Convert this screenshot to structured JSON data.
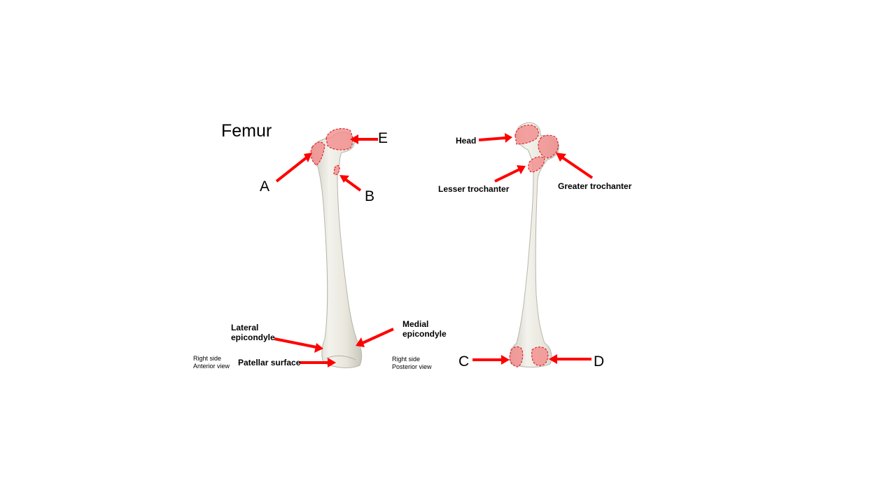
{
  "title": "Femur",
  "anterior_view": {
    "caption": {
      "line1": "Right side",
      "line2": "Anterior view"
    },
    "labels": {
      "lateral_epicondyle": {
        "line1": "Lateral",
        "line2": "epicondyle"
      },
      "medial_epicondyle": {
        "line1": "Medial",
        "line2": "epicondyle"
      },
      "patellar_surface": "Patellar surface"
    },
    "markers": {
      "a": "A",
      "b": "B",
      "e": "E"
    }
  },
  "posterior_view": {
    "caption": {
      "line1": "Right side",
      "line2": "Posterior view"
    },
    "labels": {
      "head": "Head",
      "lesser_trochanter": "Lesser trochanter",
      "greater_trochanter": "Greater trochanter"
    },
    "markers": {
      "c": "C",
      "d": "D"
    }
  },
  "colors": {
    "arrow": "#ff0000",
    "highlight_fill": "#f28c8c",
    "highlight_stroke": "#d9262c",
    "bone": "#e9e8df"
  }
}
